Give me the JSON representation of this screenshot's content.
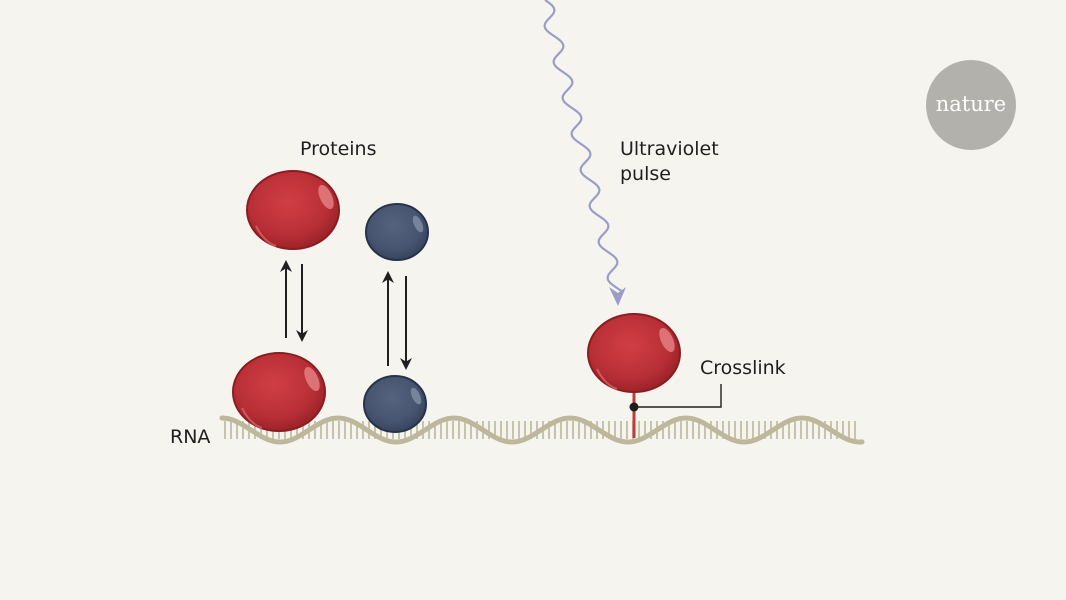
{
  "labels": {
    "proteins": "Proteins",
    "uv_line1": "Ultraviolet",
    "uv_line2": "pulse",
    "crosslink": "Crosslink",
    "rna": "RNA"
  },
  "logo": {
    "text": "nature"
  },
  "colors": {
    "background": "#f6f4ee",
    "protein_red": "#c3333a",
    "protein_red_dark": "#8a1d22",
    "protein_blue": "#4a5873",
    "protein_blue_dark": "#26334a",
    "rna_strand": "#bdb89c",
    "uv_wave": "#9b9cc9",
    "logo_circle": "#b3b1ab",
    "arrow": "#1f1f1f",
    "crosslink_line": "#c23a3a"
  },
  "icons": [
    "equilibrium-arrows",
    "wavy-arrow",
    "protein-blob",
    "rna-helix",
    "nature-logo"
  ]
}
